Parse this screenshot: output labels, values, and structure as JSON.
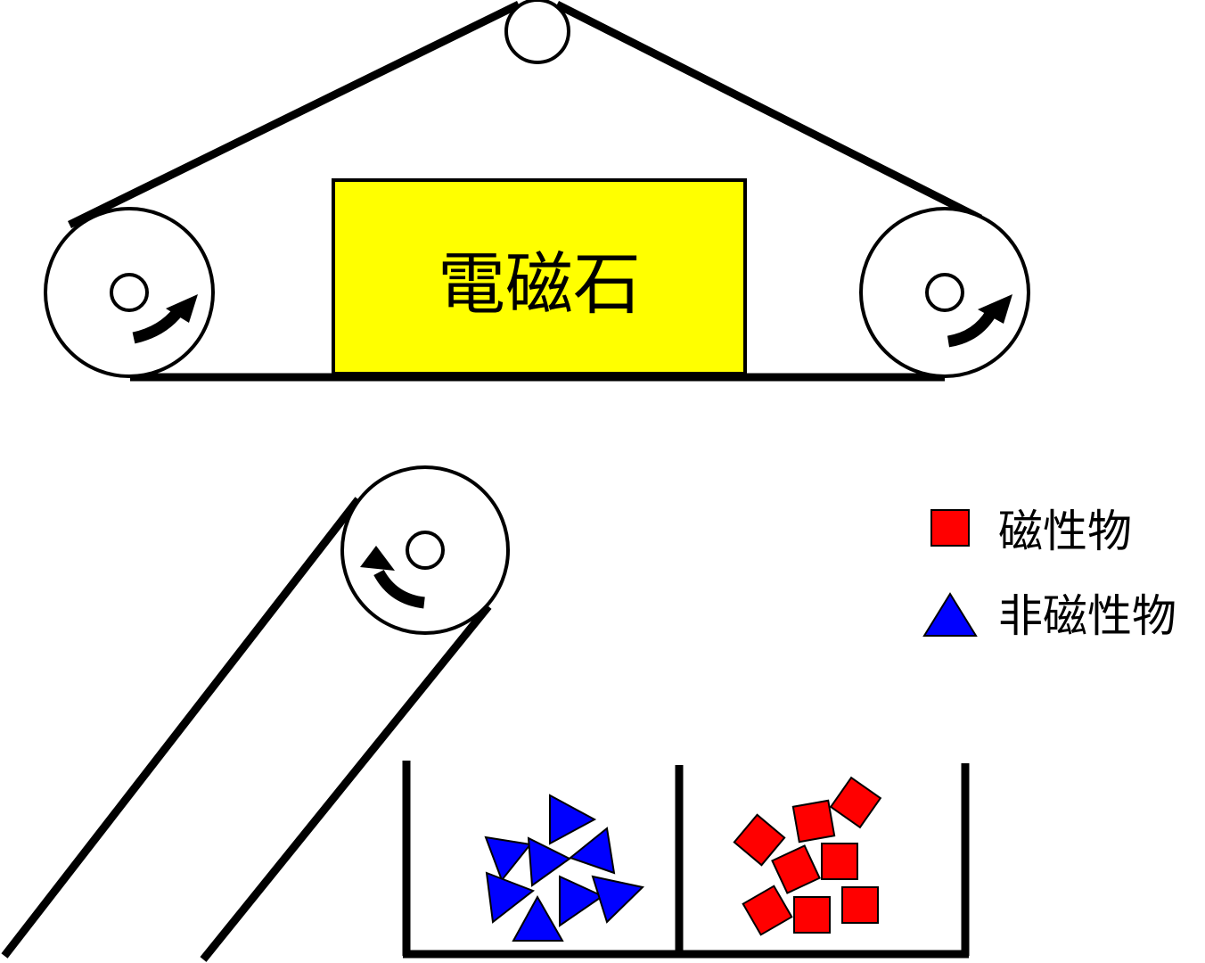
{
  "diagram": {
    "magnet_label": "電磁石",
    "legend": {
      "items": [
        {
          "shape": "square",
          "color": "#ff0000",
          "label": "磁性物"
        },
        {
          "shape": "triangle",
          "color": "#0000ff",
          "label": "非磁性物"
        }
      ]
    },
    "colors": {
      "magnet_fill": "#ffff00",
      "magnetic": "#ff0000",
      "non_magnetic": "#0000ff",
      "line": "#000000"
    }
  }
}
